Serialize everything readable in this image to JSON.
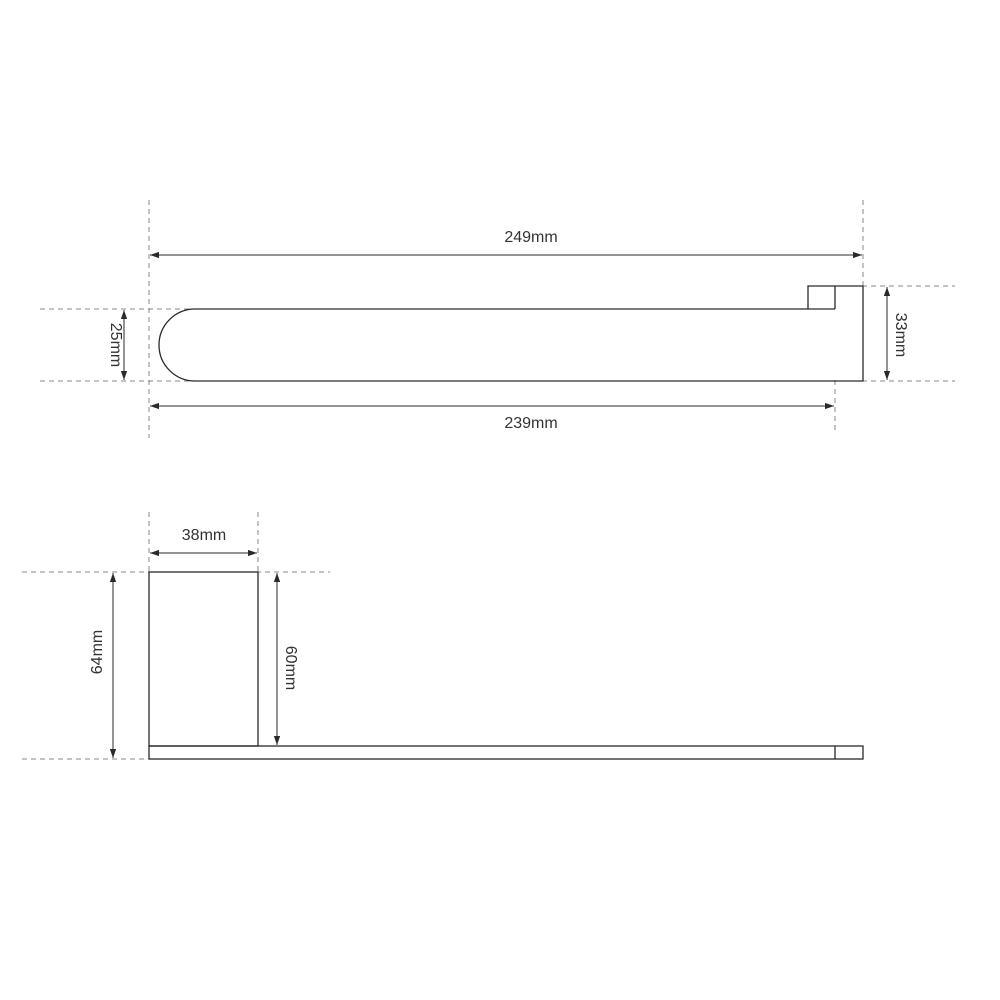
{
  "top_view": {
    "overall_length": "249mm",
    "body_length": "239mm",
    "body_height": "25mm",
    "mount_height": "33mm"
  },
  "side_view": {
    "mount_width": "38mm",
    "total_height": "64mm",
    "mount_height": "60mm"
  },
  "colors": {
    "line": "#2a2a2a",
    "extension": "#8a8a8a",
    "background": "#ffffff"
  }
}
